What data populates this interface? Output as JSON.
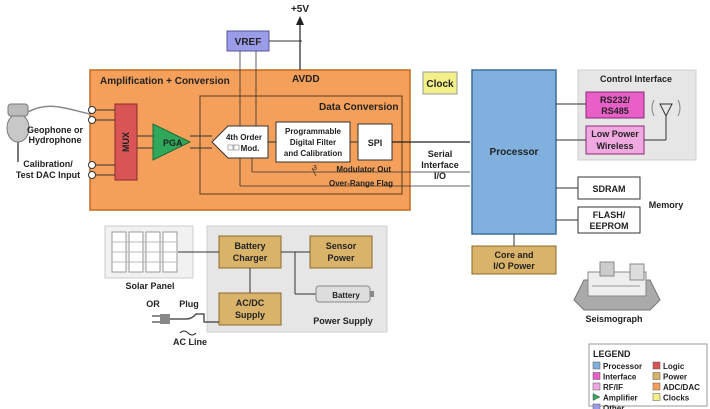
{
  "supply": {
    "label": "+5V"
  },
  "vref": {
    "label": "VREF"
  },
  "avdd": {
    "label": "AVDD"
  },
  "clock": {
    "label": "Clock"
  },
  "amp": {
    "title": "Amplification + Conversion"
  },
  "dataconv": {
    "title": "Data Conversion"
  },
  "mux": {
    "label": "MUX"
  },
  "pga": {
    "label": "PGA"
  },
  "modulator": {
    "line1": "4th Order",
    "line2": "Mod."
  },
  "filter": {
    "line1": "Programmable",
    "line2": "Digital Filter",
    "line3": "and Calibration"
  },
  "spi": {
    "label": "SPI"
  },
  "modout": {
    "label": "Modulator Out",
    "bus_count": "3"
  },
  "overrange": {
    "label": "Over-Range Flag"
  },
  "serial": {
    "line1": "Serial",
    "line2": "Interface",
    "line3": "I/O"
  },
  "processor": {
    "label": "Processor"
  },
  "geophone": {
    "line1": "Geophone or",
    "line2": "Hydrophone"
  },
  "calib": {
    "line1": "Calibration/",
    "line2": "Test DAC Input"
  },
  "control": {
    "title": "Control Interface"
  },
  "rs": {
    "line1": "RS232/",
    "line2": "RS485"
  },
  "wireless": {
    "line1": "Low Power",
    "line2": "Wireless"
  },
  "memory": {
    "label": "Memory",
    "sdram": "SDRAM",
    "flash1": "FLASH/",
    "flash2": "EEPROM"
  },
  "corepower": {
    "line1": "Core and",
    "line2": "I/O Power"
  },
  "power": {
    "title": "Power Supply",
    "charger1": "Battery",
    "charger2": "Charger",
    "sensor1": "Sensor",
    "sensor2": "Power",
    "acdc1": "AC/DC",
    "acdc2": "Supply",
    "battery": "Battery"
  },
  "solar": {
    "label": "Solar Panel"
  },
  "or": {
    "label": "OR"
  },
  "plug": {
    "label": "Plug"
  },
  "acline": {
    "label": "AC Line"
  },
  "seismograph": {
    "label": "Seismograph"
  },
  "legend": {
    "title": "LEGEND",
    "items": [
      {
        "label": "Processor",
        "color": "#7fb0de"
      },
      {
        "label": "Logic",
        "color": "#d95555"
      },
      {
        "label": "Interface",
        "color": "#e85fc8"
      },
      {
        "label": "Power",
        "color": "#d9b36a"
      },
      {
        "label": "RF/IF",
        "color": "#f0a8e0"
      },
      {
        "label": "ADC/DAC",
        "color": "#f4a05a"
      },
      {
        "label": "Amplifier",
        "color": "#2fa85a"
      },
      {
        "label": "Clocks",
        "color": "#f3f08a"
      },
      {
        "label": "Other",
        "color": "#9a9ce8"
      }
    ]
  },
  "colors": {
    "adc": "#f4a05a",
    "processor": "#7fb0de",
    "power": "#d9b36a",
    "logic": "#d95555",
    "interface": "#e85fc8",
    "clock": "#f3f08a",
    "other": "#9a9ce8",
    "amplifier": "#2fa85a"
  }
}
